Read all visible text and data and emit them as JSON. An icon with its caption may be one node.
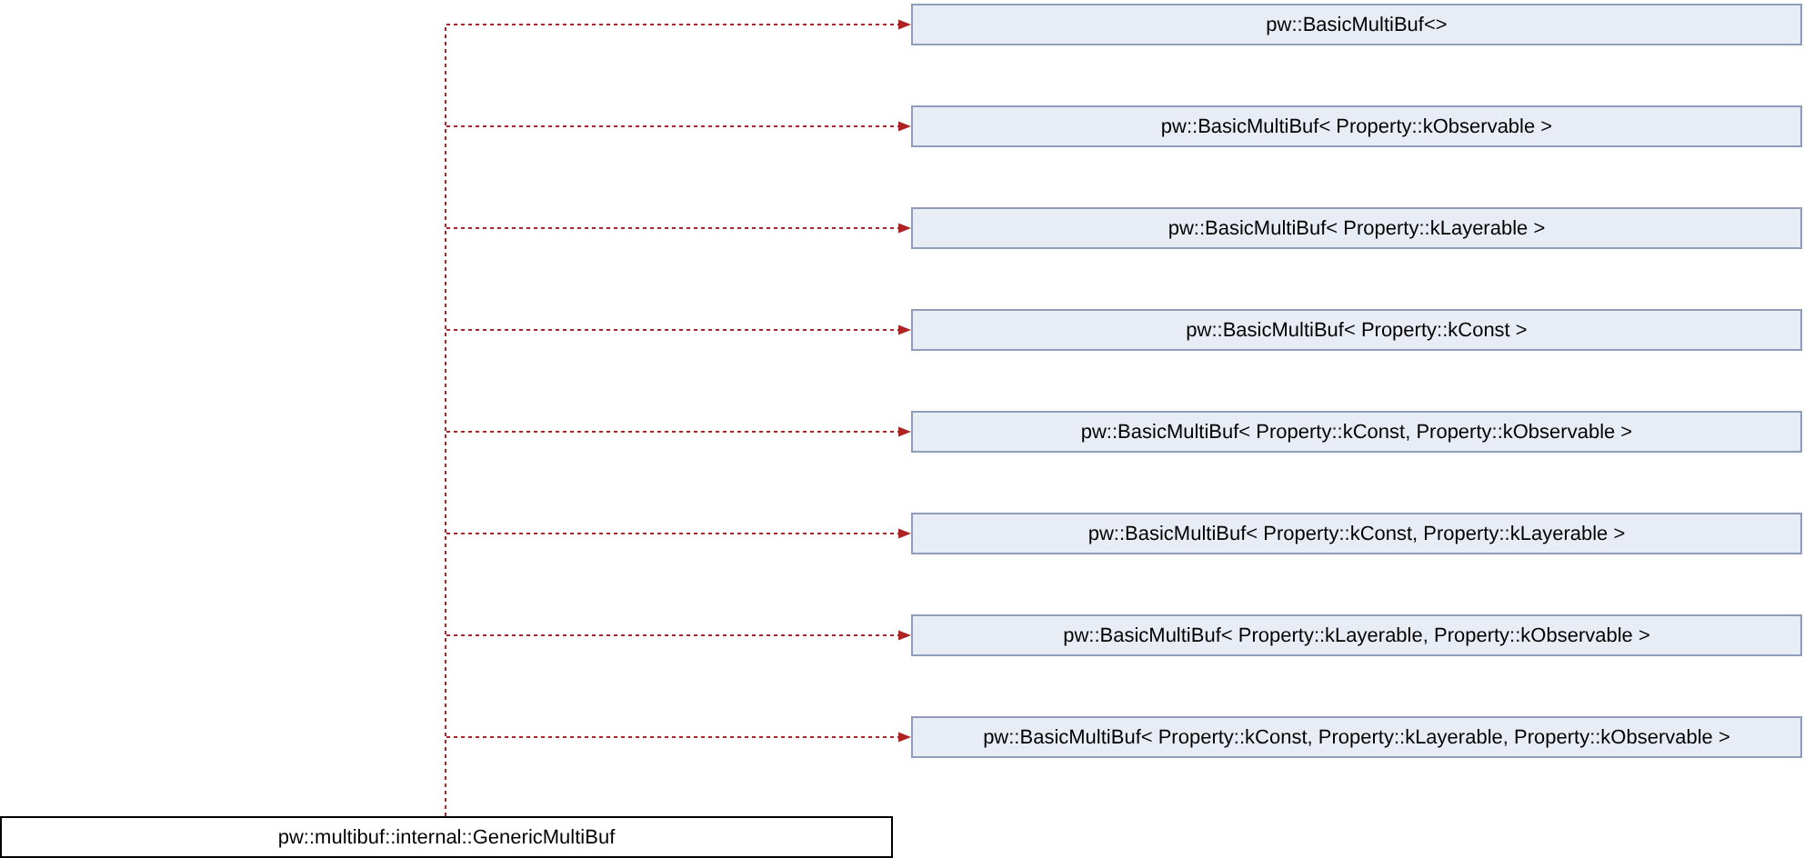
{
  "diagram": {
    "nodes": [
      {
        "text": [
          "pw::BasicMultiBuf<>"
        ]
      },
      {
        "text": [
          "pw::BasicMultiBuf< Property::kObservable >"
        ]
      },
      {
        "text": [
          "pw::BasicMultiBuf< Property::kLayerable >"
        ]
      },
      {
        "text": [
          "pw::BasicMultiBuf< Property::kConst >"
        ]
      },
      {
        "text": [
          "pw::BasicMultiBuf< Property::kConst, Property::kObservable >"
        ]
      },
      {
        "text": [
          "pw::BasicMultiBuf< Property::kConst, Property::kLayerable >"
        ]
      },
      {
        "text": [
          "pw::BasicMultiBuf< Property::kLayerable, Property::kObservable >"
        ]
      },
      {
        "text": [
          "pw::BasicMultiBuf< Property::kConst, Property::kLayerable, Property::kObservable >"
        ]
      },
      {
        "text": [
          "pw::multibuf::internal::GenericMultiBuf"
        ]
      }
    ],
    "edges": [
      {
        "from": 8,
        "to": 0,
        "arrow": "to",
        "style": "dashed",
        "color": "#b22222"
      },
      {
        "from": 8,
        "to": 1,
        "arrow": "to",
        "style": "dashed",
        "color": "#b22222"
      },
      {
        "from": 8,
        "to": 2,
        "arrow": "to",
        "style": "dashed",
        "color": "#b22222"
      },
      {
        "from": 8,
        "to": 3,
        "arrow": "to",
        "style": "dashed",
        "color": "#b22222"
      },
      {
        "from": 8,
        "to": 4,
        "arrow": "to",
        "style": "dashed",
        "color": "#b22222"
      },
      {
        "from": 8,
        "to": 5,
        "arrow": "to",
        "style": "dashed",
        "color": "#b22222"
      },
      {
        "from": 8,
        "to": 6,
        "arrow": "to",
        "style": "dashed",
        "color": "#b22222"
      },
      {
        "from": 8,
        "to": 7,
        "arrow": "to",
        "style": "dashed",
        "color": "#b22222"
      }
    ]
  }
}
